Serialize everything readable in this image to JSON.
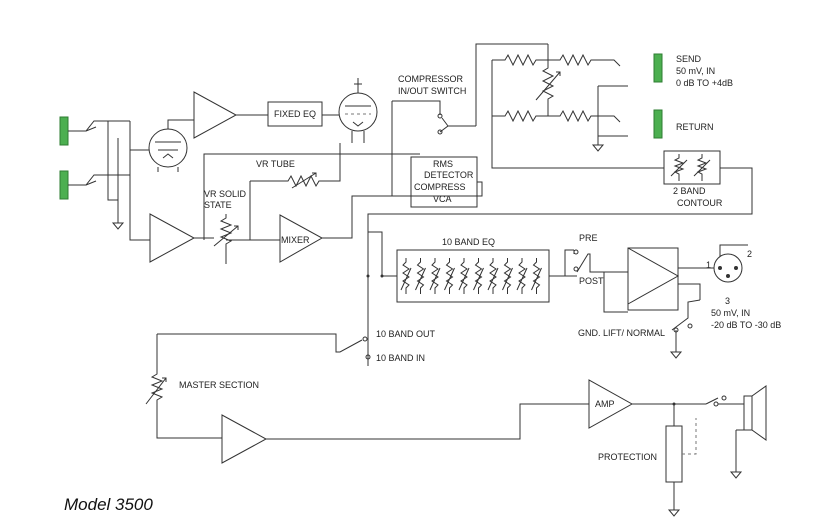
{
  "colors": {
    "wire": "#333333",
    "block_fill": "#4caf50",
    "block_stroke": "#2e7d32",
    "background": "#ffffff"
  },
  "labels": {
    "fixed_eq": "FIXED EQ",
    "compressor_switch": [
      "COMPRESSOR",
      "IN/OUT SWITCH"
    ],
    "send": "SEND",
    "send_level": [
      "50 mV, IN",
      "0 dB TO +4dB"
    ],
    "return": "RETURN",
    "vr_tube": "VR TUBE",
    "rms_vca": [
      "RMS",
      "DETECTOR",
      "COMPRESS",
      "VCA"
    ],
    "contour": [
      "2 BAND",
      "CONTOUR"
    ],
    "vr_solid_state": [
      "VR SOLID",
      "STATE"
    ],
    "mixer": "MIXER",
    "ten_band_eq": "10 BAND EQ",
    "pre": "PRE",
    "post": "POST",
    "xlr_pins": [
      "1",
      "2",
      "3"
    ],
    "xlr_level": [
      "50 mV, IN",
      "-20 dB TO -30 dB"
    ],
    "gnd_lift": "GND. LIFT/ NORMAL",
    "ten_band_out": "10 BAND OUT",
    "ten_band_in": "10 BAND IN",
    "master_section": "MASTER SECTION",
    "amp": "AMP",
    "protection": "PROTECTION",
    "model": "Model 3500"
  }
}
